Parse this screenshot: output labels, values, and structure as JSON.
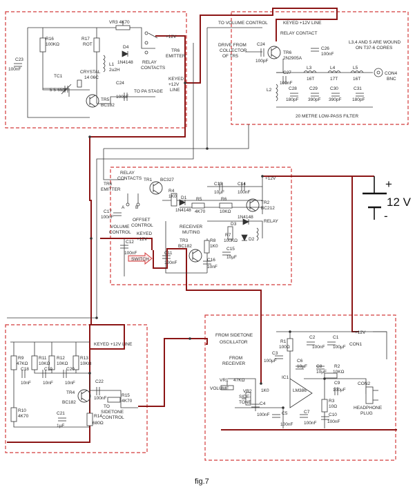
{
  "figure": {
    "caption": "fig.7"
  },
  "labels": {
    "r16": "R16",
    "r16v": "100KΩ",
    "r17": "R17",
    "r17v": "ROT",
    "vr3": "VR3 4K70",
    "c23": "C23",
    "c23v": "100nF",
    "d4": "D4",
    "d4v": "1N4148",
    "l1": "L1",
    "l1v": "2u2H",
    "tc1": "TC1",
    "tc1v": "5 5-65pF",
    "xtal": "CRYSTAL",
    "xtalv": "14 06C",
    "c24a": "C24",
    "c24av": "100pF",
    "to_pa": "TO PA STAGE",
    "tr5": "TR5",
    "tr5v": "BC182",
    "v12a": "+12V",
    "relay_contacts_a": "RELAY",
    "relay_contacts_b": "CONTACTS",
    "tr6_emitter_a": "TR6",
    "tr6_emitter_b": "EMITTER",
    "keyed_a": "KEYED",
    "keyed_b": "+12V",
    "keyed_c": "LINE",
    "to_volume": "TO VOLUME CONTROL",
    "keyed_line_top": "KEYED +12V LINE",
    "relay_contact": "RELAY CONTACT",
    "drive_a": "DRIVE FROM",
    "drive_b": "COLLECTOR",
    "drive_c": "OF TR5",
    "c24b": "C24",
    "c24bv": "100pF",
    "tr6": "TR6",
    "tr6v": "2N2905A",
    "c26": "C26",
    "c26v": "100nF",
    "l_note_a": "L3,4 AND 5 ARE WOUND",
    "l_note_b": "ON T37-6 CORES",
    "c27": "C27",
    "c27v": "100nF",
    "l3": "L3",
    "l3v": "16T",
    "l4": "L4",
    "l4v": "17T",
    "l5": "L5",
    "l5v": "16T",
    "con4": "CON4",
    "con4v": "BNC",
    "l2": "L2",
    "c28": "C28",
    "c28v": "180pF",
    "c29": "C29",
    "c29v": "390pF",
    "c30": "C30",
    "c30v": "390pF",
    "c31": "C31",
    "c31v": "180pF",
    "lpf": "20 METRE LOW-PASS FILTER",
    "tr1": "TR1",
    "tr1v": "BC327",
    "rc_a": "RELAY",
    "rc_b": "CONTACTS",
    "tr6e_a": "TR6",
    "tr6e_b": "EMITTER",
    "r4": "R4",
    "r4v": "1K0",
    "c13": "C13",
    "c13v": "10μF",
    "c14": "C14",
    "c14v": "100nF",
    "v12b": "+12V",
    "d1": "D1",
    "d1v": "1N4148",
    "r5": "R5",
    "r5v": "4K70",
    "r6": "R6",
    "r6v": "10KΩ",
    "tr2": "TR2",
    "tr2v": "BC212",
    "c17": "C17",
    "c17v": "100nF",
    "offset_a": "OFFSET",
    "offset_b": "CONTROL",
    "vol_a": "VOLUME",
    "vol_b": "CONTROL",
    "keyed2_a": "KEYED",
    "keyed2_b": "+12V",
    "rx_a": "RECEIVER",
    "rx_b": "MUTING",
    "d3": "D3",
    "d3v": "1N4148",
    "relay": "RELAY",
    "r7": "R7",
    "r7v": "100KΩ",
    "d2": "D2",
    "c12": "C12",
    "c12v": "100nF",
    "tr3": "TR3",
    "tr3v": "BC182",
    "r8": "R8",
    "r8v": "1K0",
    "c11": "C11",
    "c11v": "100nF",
    "switch": "SWITCH",
    "c16": "C16",
    "c16v": "10nF",
    "c15": "C15",
    "c15v": "10μF",
    "big12": "12 V",
    "plus": "+",
    "minus": "-",
    "keyed_line_mid": "KEYED +12V LINE",
    "r9": "R9",
    "r9v": "47KΩ",
    "r11": "R11",
    "r11v": "10KΩ",
    "r12": "R12",
    "r12v": "10KΩ",
    "r13": "R13",
    "r13v": "10KΩ",
    "c18": "C18",
    "c18v": "10nF",
    "c19": "C19",
    "c19v": "10nF",
    "c20": "C20",
    "c20v": "10nF",
    "c22": "C22",
    "c22v": "100nF",
    "tr4": "TR4",
    "tr4v": "BC182",
    "r15": "R15",
    "r15v": "4K70",
    "r10": "R10",
    "r10v": "4K70",
    "c21": "C21",
    "c21v": "1μF",
    "r14": "R14",
    "r14v": "680Ω",
    "to_st_a": "TO",
    "to_st_b": "SIDETONE",
    "to_st_c": "CONTROL",
    "from_st_a": "FROM SIDETONE",
    "from_st_b": "OSCILLATOR",
    "from_rx_a": "FROM",
    "from_rx_b": "RECEIVER",
    "v12c": "+12V",
    "r1": "R1",
    "r1v": "100Ω",
    "c2": "C2",
    "c2v": "100nF",
    "c1": "C1",
    "c1v": "100μF",
    "con1": "CON1",
    "c3": "C3",
    "c3v": "100μF",
    "c6": "C6",
    "c6v": "10μF",
    "c8": "C8",
    "c8v": "10μF",
    "r2": "R2",
    "r2v": "10KΩ",
    "vr1": "VR1",
    "vr1v": "47KΩ",
    "volume": "VOLUME",
    "vr2": "VR2",
    "vr2v": "1K0",
    "sidetone_a": "SIDE-",
    "sidetone_b": "TONE",
    "ic1": "IC1",
    "ic1v": "LM386",
    "c9": "C9",
    "c9v": "100μF",
    "con2": "CON2",
    "c4": "C4",
    "c4v": "100nF",
    "c5": "C5",
    "c5v": "100nF",
    "c7": "C7",
    "c7v": "100nF",
    "r3": "R3",
    "r3v": "10Ω",
    "c10": "C10",
    "c10v": "100nF",
    "hp_a": "HEADPHONE",
    "hp_b": "PLUG",
    "sw_a": "A",
    "sw_b": "B"
  },
  "colors": {
    "box": "#d23a3a",
    "wire_dark": "#8b1414",
    "ink": "#2a2a2a"
  }
}
